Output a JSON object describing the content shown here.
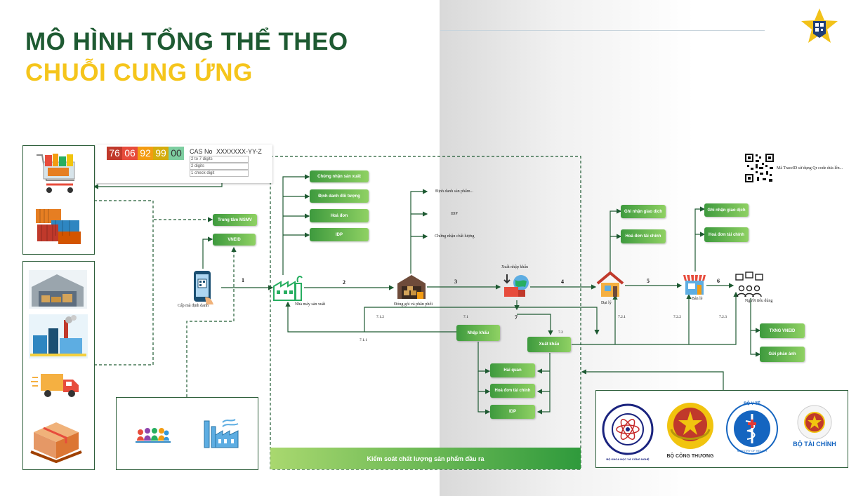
{
  "title": {
    "line1": "MÔ HÌNH TỔNG THỂ THEO",
    "line2": "CHUỖI CUNG ỨNG"
  },
  "barcode_card": {
    "check_digits": [
      "76",
      "06",
      "92",
      "99",
      "00"
    ],
    "cas_label": "CAS No",
    "cas_format": "XXXXXXX-YY-Z",
    "cas_rows": [
      "2 to 7 digits",
      "2 digits",
      "1 check digit"
    ]
  },
  "left_boxes": {
    "ms_center": "Trung tâm MSMV",
    "vneid": "VNEID"
  },
  "phone_label": "Cấp mã định danh",
  "factory_label": "Nhà máy sản xuất",
  "factory_outputs": [
    "Chứng nhận sản xuất",
    "Định danh đối tượng",
    "Hoá đơn",
    "IDP"
  ],
  "packing_label": "Đóng gói và phân phối",
  "packing_outputs": [
    "Định danh sản phẩm...",
    "IDP",
    "Chứng nhận chất lượng"
  ],
  "import_export_label": "Xuất nhập khẩu",
  "agent_label": "Đại lý",
  "agent_outputs": [
    "Ghi nhận giao dịch",
    "Hoá đơn tài chính"
  ],
  "retail_label": "Bán lẻ",
  "retail_outputs": [
    "Ghi nhận giao dịch",
    "Hoá đơn tài chính"
  ],
  "consumer_label": "Người tiêu dùng",
  "consumer_outputs": [
    "TXNG VNEID",
    "Gửi phản ánh"
  ],
  "qr_caption": "Mã TraceID sử dụng Qr code dưa lên...",
  "import_box": "Nhập khẩu",
  "export_box": "Xuất khẩu",
  "customs_outputs": [
    "Hải quan",
    "Hoá đơn tài chính",
    "IDP"
  ],
  "control_bar": "Kiểm soát chất lượng sản phẩm đầu ra",
  "step_numbers": [
    "1",
    "2",
    "3",
    "4",
    "5",
    "6",
    "7"
  ],
  "sub_steps": [
    "7.1.1",
    "7.1.2",
    "7.1",
    "7.2",
    "7.2.1",
    "7.2.2",
    "7.2.3"
  ],
  "logos": {
    "ministry_science": "BỘ KHOA HỌC VÀ CÔNG NGHỆ",
    "ministry_trade": "BỘ CÔNG THƯƠNG",
    "ministry_health_top": "BỘ Y TẾ",
    "ministry_health_bottom": "MINISTRY OF HEALTH",
    "ministry_finance": "BỘ TÀI CHÍNH"
  },
  "colors": {
    "dark_green": "#1e5a32",
    "yellow": "#f5c51b",
    "accent_green": "#3e9a3e"
  }
}
